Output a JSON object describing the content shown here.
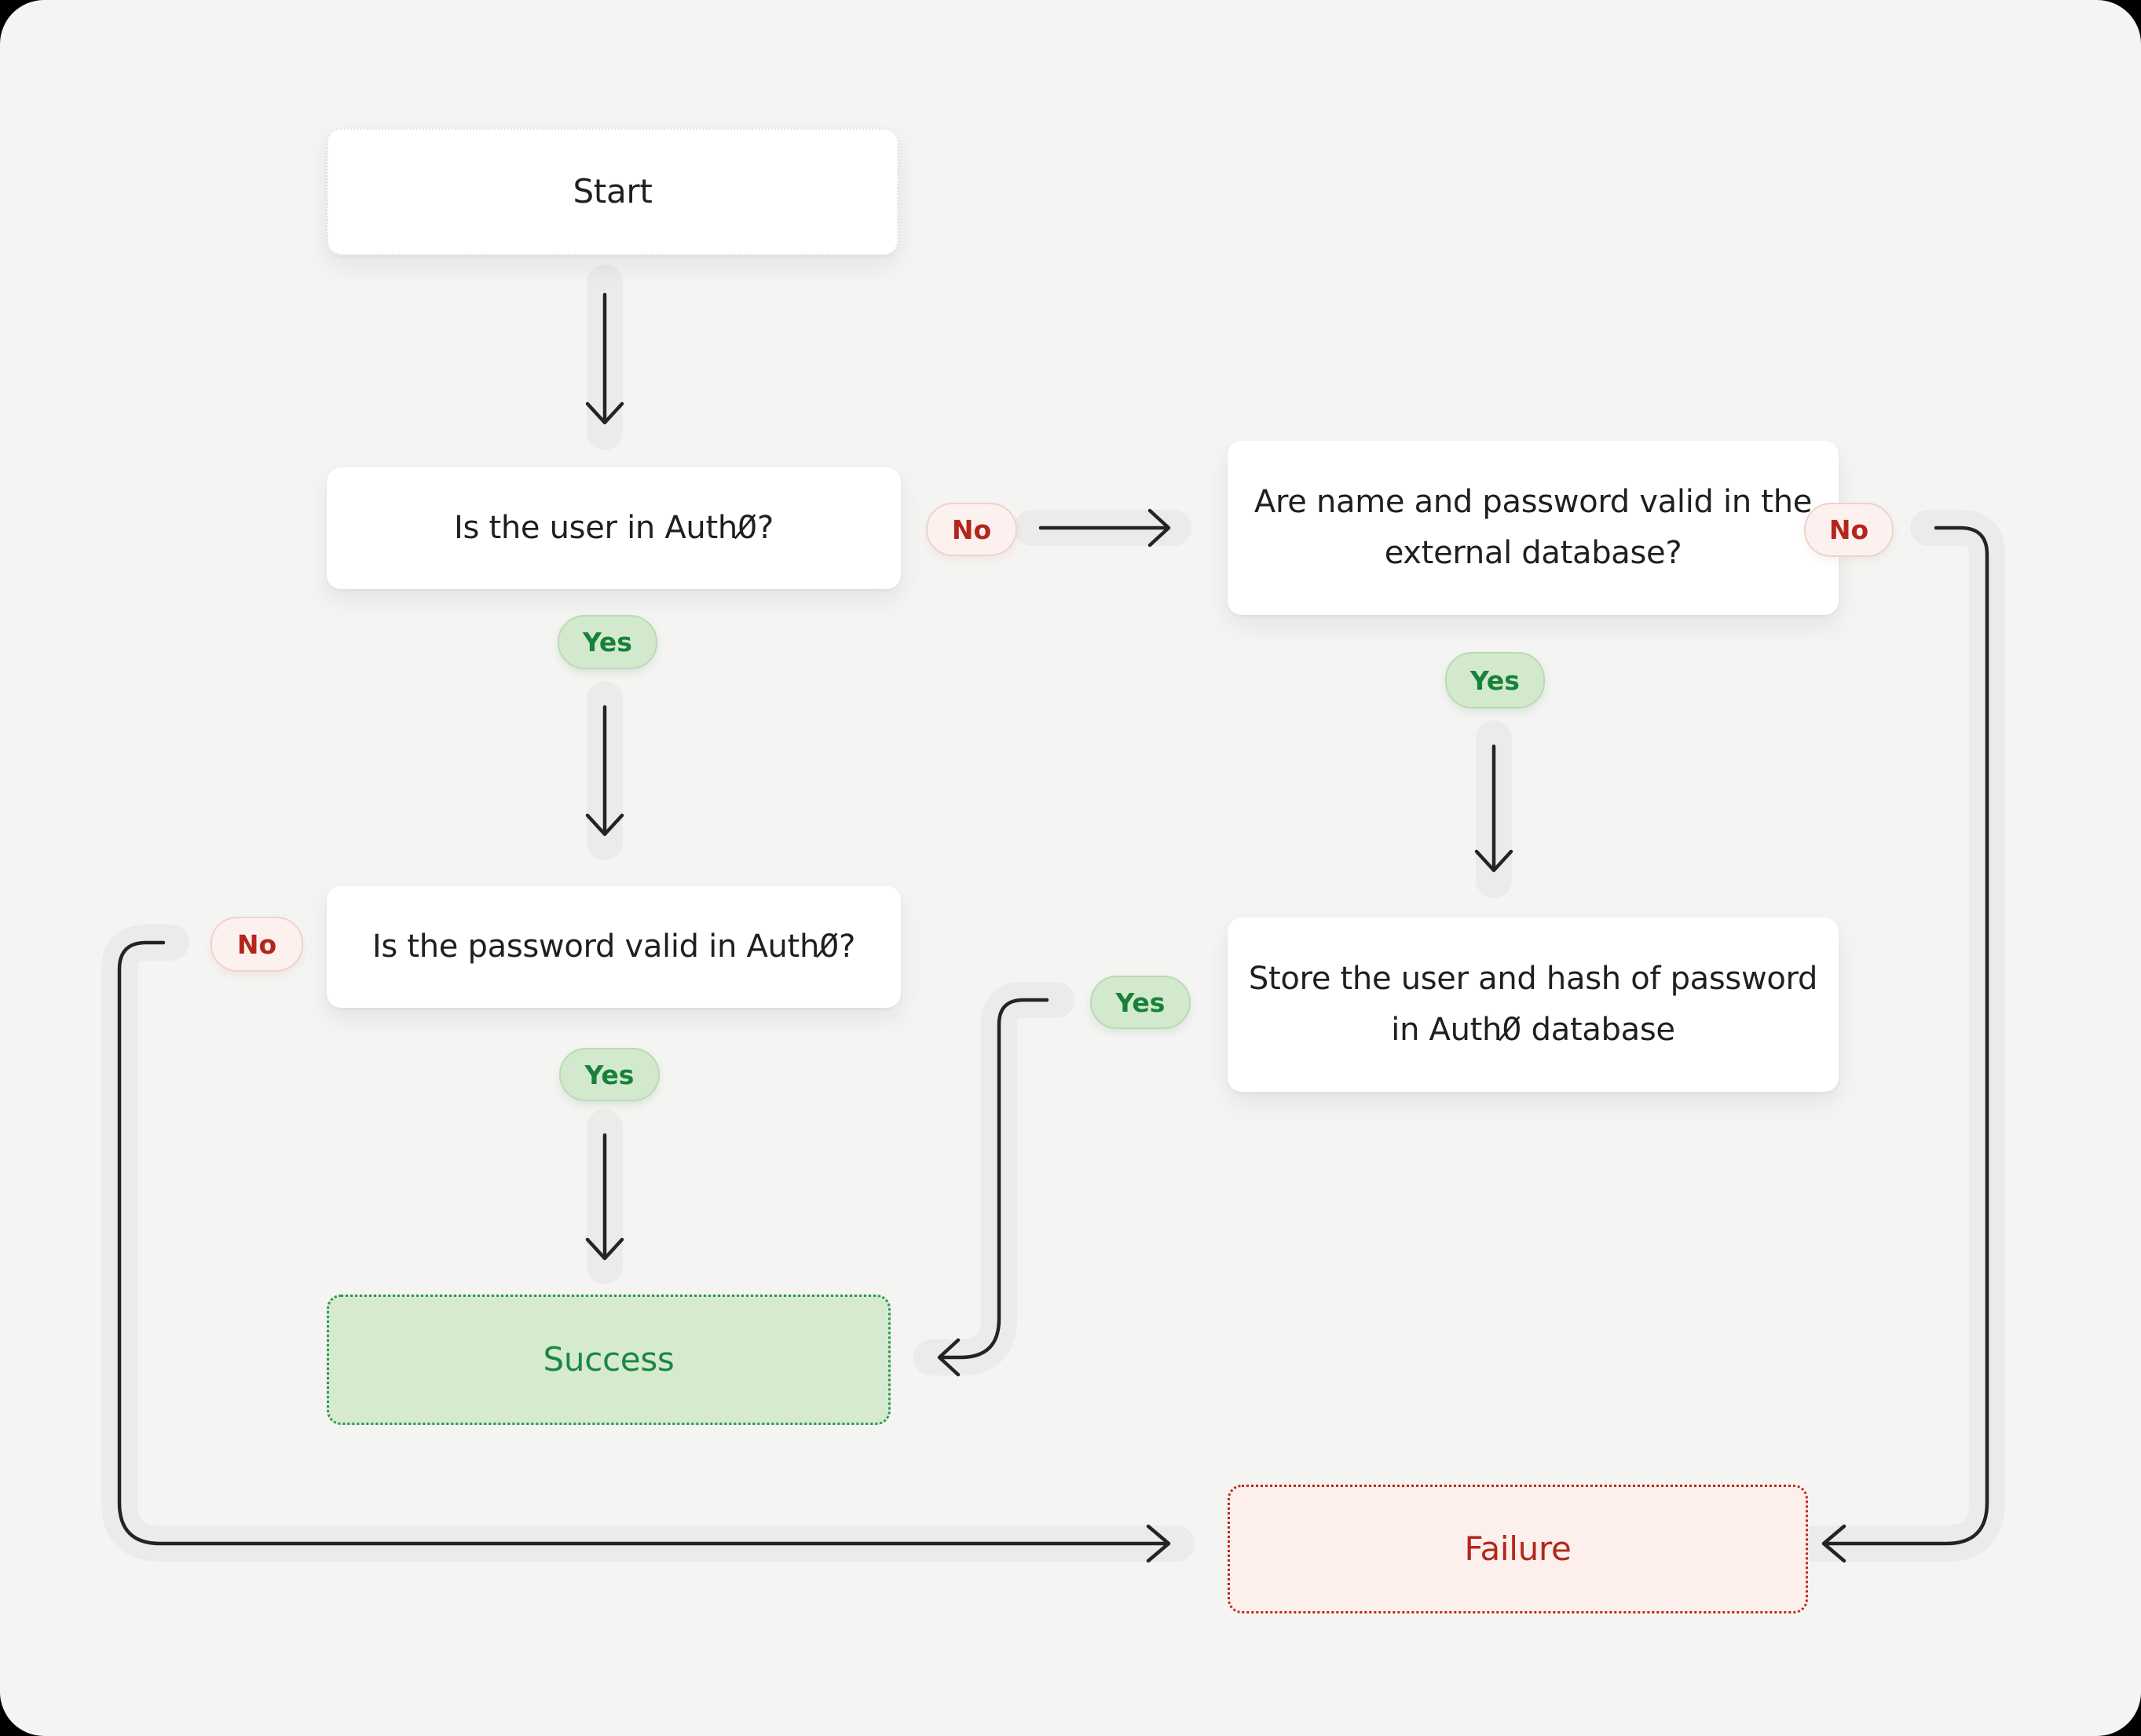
{
  "diagram": {
    "title_hint": "Auth0 migration login flowchart",
    "nodes": {
      "start": {
        "label": "Start"
      },
      "q_user": {
        "label": "Is the user in Auth0̸?"
      },
      "q_external": {
        "label": "Are name and password valid in the external database?"
      },
      "q_password": {
        "label": "Is the password valid in Auth0̸?"
      },
      "store": {
        "label": "Store the user and hash of password in Auth0̸ database"
      },
      "success": {
        "label": "Success"
      },
      "failure": {
        "label": "Failure"
      }
    },
    "edge_labels": {
      "q_user_yes": "Yes",
      "q_user_no": "No",
      "q_external_yes": "Yes",
      "q_external_no": "No",
      "q_password_yes": "Yes",
      "q_password_no": "No",
      "store_yes": "Yes"
    },
    "palette": {
      "page_background": "#000000",
      "surface": "#f4f4f2",
      "arrow": "#242424",
      "arrow_halo": "#ebebe9",
      "node_fill": "#ffffff",
      "node_text": "#1f1f1f",
      "start_border": "#e3e3e1",
      "success_fill": "#d6ead0",
      "success_border": "#2e9552",
      "success_text": "#1b8742",
      "failure_fill": "#fcefec",
      "failure_border": "#bf281c",
      "failure_text": "#b3271c",
      "yes_fill": "#d3e9cd",
      "yes_border": "#b9dcb2",
      "yes_text": "#17813a",
      "no_fill": "#fdf1ef",
      "no_border": "#efd2cb",
      "no_text": "#b3261c"
    }
  }
}
